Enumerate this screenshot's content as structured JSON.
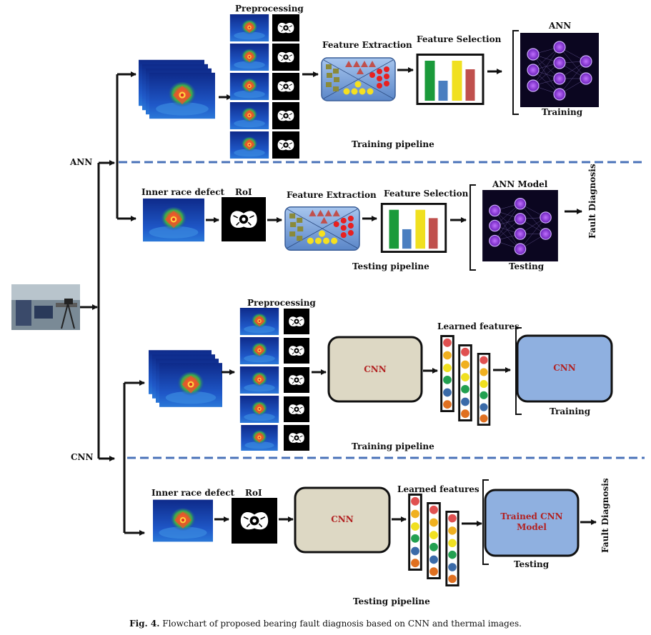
{
  "branches": {
    "ann": "ANN",
    "cnn": "CNN"
  },
  "ann_training": {
    "preprocessing": "Preprocessing",
    "feature_extraction": "Feature Extraction",
    "feature_selection": "Feature Selection",
    "model": "ANN",
    "stage": "Training",
    "pipeline": "Training pipeline"
  },
  "ann_testing": {
    "input": "Inner race defect",
    "roi": "RoI",
    "feature_extraction": "Feature Extraction",
    "feature_selection": "Feature Selection",
    "model": "ANN Model",
    "stage": "Testing",
    "pipeline": "Testing pipeline",
    "output": "Fault Diagnosis"
  },
  "cnn_training": {
    "preprocessing": "Preprocessing",
    "cnn": "CNN",
    "learned": "Learned features",
    "model": "CNN",
    "stage": "Training",
    "pipeline": "Training pipeline"
  },
  "cnn_testing": {
    "input": "Inner race defect",
    "roi": "RoI",
    "cnn": "CNN",
    "learned": "Learned features",
    "model": "Trained CNN Model",
    "stage": "Testing",
    "pipeline": "Testing pipeline",
    "output": "Fault Diagnosis"
  },
  "caption": {
    "label": "Fig. 4.",
    "text": "Flowchart of proposed bearing fault diagnosis based on CNN and thermal images."
  },
  "colors": {
    "thermal_bg": "#1a3fa8",
    "hotspot": "#e8562a",
    "box_beige": "#ddd8c4",
    "box_blue": "#8fb0e0",
    "text_red": "#b22222",
    "divider": "#4a72b8",
    "bar_colors": [
      "#1a9a3a",
      "#4a7ec0",
      "#f0e020",
      "#c0504d"
    ],
    "feature_dots": [
      "#e05050",
      "#f0b020",
      "#f0e020",
      "#22a050",
      "#3a6aa8",
      "#e07020"
    ]
  }
}
